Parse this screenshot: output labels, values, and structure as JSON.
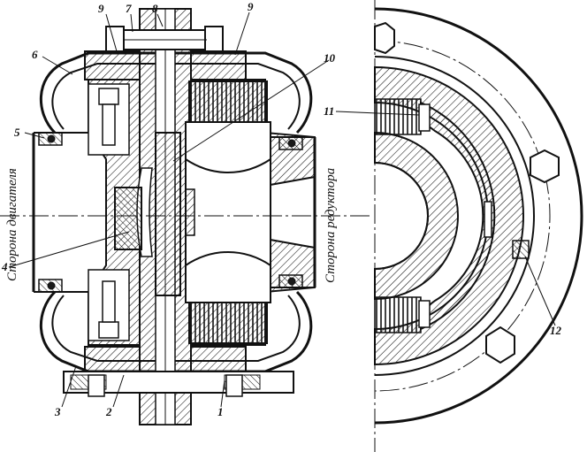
{
  "labels": {
    "n1": "1",
    "n2": "2",
    "n3": "3",
    "n4": "4",
    "n5": "5",
    "n6": "6",
    "n7": "7",
    "n8": "8",
    "n9a": "9",
    "n9b": "9",
    "n10": "10",
    "n11": "11",
    "n12": "12"
  },
  "sides": {
    "engine": "Сторона двигателя",
    "gearbox": "Сторона редуктора"
  }
}
